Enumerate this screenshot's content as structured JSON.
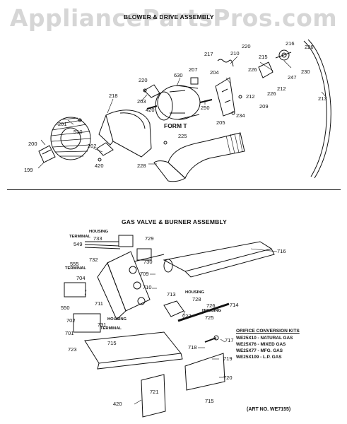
{
  "watermark": "AppliancePartsPros.com",
  "sections": {
    "blower": {
      "title": "BLOWER & DRIVE ASSEMBLY"
    },
    "gas": {
      "title": "GAS VALVE & BURNER ASSEMBLY"
    }
  },
  "blower_labels": {
    "l200": "200",
    "l199": "199",
    "l201": "201",
    "l202": "202",
    "l510": "510",
    "l420a": "420",
    "l218": "218",
    "l220": "220",
    "l203": "203",
    "l420b": "420",
    "l630": "630",
    "l207": "207",
    "form": "FORM T",
    "l225": "225",
    "l228": "228",
    "l250": "250",
    "l204": "204",
    "l217": "217",
    "l210": "210",
    "l220b": "220",
    "l205": "205",
    "l234": "234",
    "l215": "215",
    "l226a": "226",
    "l209": "209",
    "l212a": "212",
    "l212b": "212",
    "l226b": "226",
    "l216": "216",
    "l247": "247",
    "l226c": "226",
    "l230": "230",
    "l213": "213"
  },
  "gas_labels": {
    "housing1": "HOUSING",
    "l733": "733",
    "terminal1": "TERMINAL",
    "l549": "549",
    "l729": "729",
    "l732": "732",
    "l555": "555",
    "terminal2": "TERMINAL",
    "l730": "730",
    "l716": "716",
    "l709": "709",
    "l704": "704",
    "l710": "710",
    "l550": "550",
    "l711": "711",
    "l702": "702",
    "housing2": "HOUSING",
    "l731": "731",
    "terminal3": "TERMINAL",
    "l701": "701",
    "l713": "713",
    "housing3": "HOUSING",
    "l728": "728",
    "l726": "726",
    "housing4": "HOUSING",
    "l725": "725",
    "l727": "727",
    "l714": "714",
    "l715a": "715",
    "l723": "723",
    "l717": "717",
    "l718": "718",
    "l719": "719",
    "l720": "720",
    "l715b": "715",
    "l721": "721",
    "l420": "420"
  },
  "kits": {
    "heading": "ORIFICE CONVERSION KITS",
    "rows": [
      "WE25X10 - NATURAL GAS",
      "WE25X76 - MIXED GAS",
      "WE25X77 - MFG. GAS",
      "WE25X109 - L.P. GAS"
    ]
  },
  "art_no": "(ART NO. WE7155)"
}
